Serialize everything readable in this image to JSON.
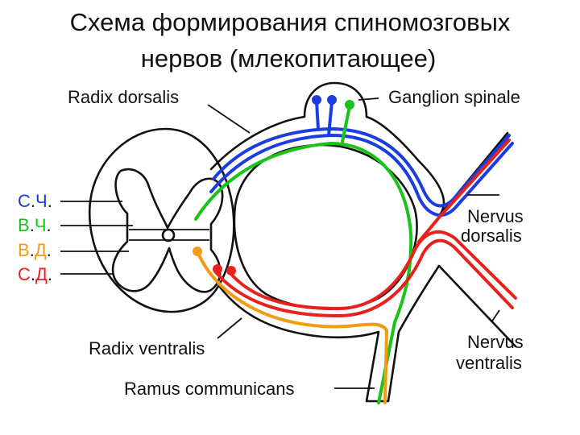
{
  "title": {
    "line1": "Схема формирования спиномозговых",
    "line2": "нервов (млекопитающее)"
  },
  "labels": {
    "radix_dorsalis": "Radix dorsalis",
    "ganglion_spinale": "Ganglion spinale",
    "nervus_dorsalis_1": "Nervus",
    "nervus_dorsalis_2": "dorsalis",
    "nervus_ventralis_1": "Nervus",
    "nervus_ventralis_2": "ventralis",
    "radix_ventralis": "Radix ventralis",
    "ramus_communicans": "Ramus communicans"
  },
  "legend": [
    {
      "letter1": "С",
      "letter2": "Ч",
      "color": "#1a3ce0"
    },
    {
      "letter1": "В",
      "letter2": "Ч",
      "color": "#18c418"
    },
    {
      "letter1": "В",
      "letter2": "Д",
      "color": "#f39c12"
    },
    {
      "letter1": "С",
      "letter2": "Д",
      "color": "#e8211c"
    }
  ],
  "colors": {
    "somatic_sensory": "#1a3ce0",
    "visceral_sensory": "#18c418",
    "visceral_motor": "#f39c12",
    "somatic_motor": "#e8211c",
    "outline": "#111111"
  }
}
